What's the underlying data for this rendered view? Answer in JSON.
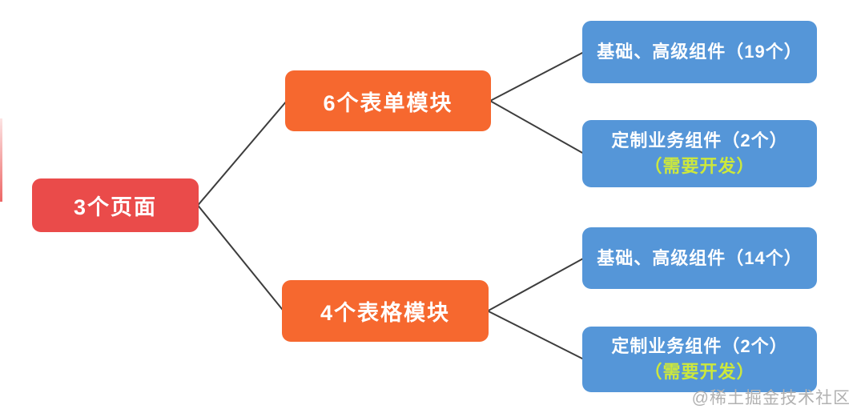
{
  "colors": {
    "background": "#FFFFFF",
    "root_bg": "#EA4B4A",
    "branch_bg": "#F6682F",
    "leaf_bg": "#5596D8",
    "node_text": "#FFFFFF",
    "leaf_note_text": "#CDE83C",
    "edge_stroke": "#3D3D3D",
    "watermark_text": "#B1B1B1"
  },
  "diagram": {
    "root": {
      "id": "root",
      "label": "3个页面"
    },
    "branches": [
      {
        "id": "form",
        "label": "6个表单模块"
      },
      {
        "id": "table",
        "label": "4个表格模块"
      }
    ],
    "leaves": [
      {
        "id": "b1",
        "label": "基础、高级组件（19个）",
        "note": ""
      },
      {
        "id": "b2",
        "label": "定制业务组件（2个）",
        "note": "（需要开发）"
      },
      {
        "id": "b3",
        "label": "基础、高级组件（14个）",
        "note": ""
      },
      {
        "id": "b4",
        "label": "定制业务组件（2个）",
        "note": "（需要开发）"
      }
    ],
    "edges": [
      [
        "root",
        "form"
      ],
      [
        "root",
        "table"
      ],
      [
        "form",
        "b1"
      ],
      [
        "form",
        "b2"
      ],
      [
        "table",
        "b3"
      ],
      [
        "table",
        "b4"
      ]
    ]
  },
  "watermark": {
    "text": "@稀土掘金技术社区"
  }
}
